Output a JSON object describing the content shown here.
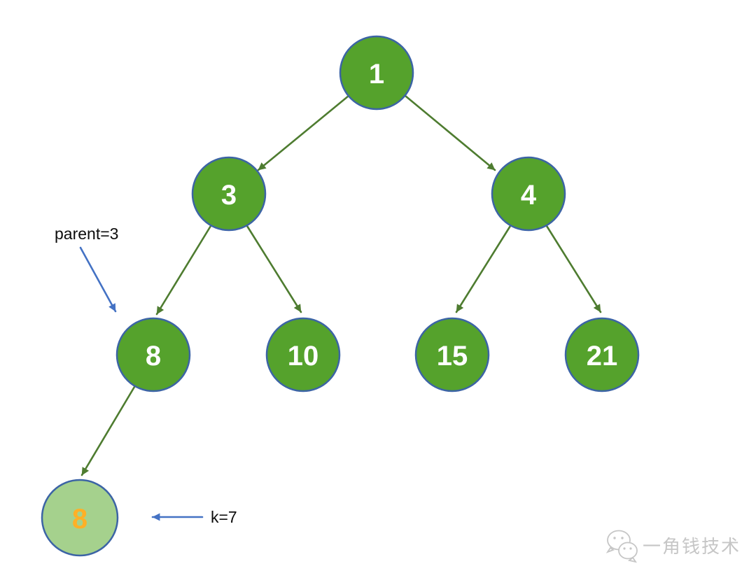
{
  "colors": {
    "background": "#ffffff",
    "node_fill": "#55a22c",
    "node_border": "#3c64a5",
    "node_text": "#ffffff",
    "edge_green": "#4e7c30",
    "annotation_blue": "#4472c4",
    "new_node_fill": "#a5d18d",
    "new_node_text": "#ffb026",
    "label_text": "#0d0d0d",
    "watermark_gray": "#c6c6c6"
  },
  "tree": {
    "nodes": [
      {
        "value": "1"
      },
      {
        "value": "3"
      },
      {
        "value": "4"
      },
      {
        "value": "8"
      },
      {
        "value": "10"
      },
      {
        "value": "15"
      },
      {
        "value": "21"
      }
    ],
    "new_node": {
      "value": "8"
    }
  },
  "annotations": {
    "parent_label": "parent=3",
    "k_label": "k=7"
  },
  "watermark": {
    "text": "一角钱技术"
  }
}
